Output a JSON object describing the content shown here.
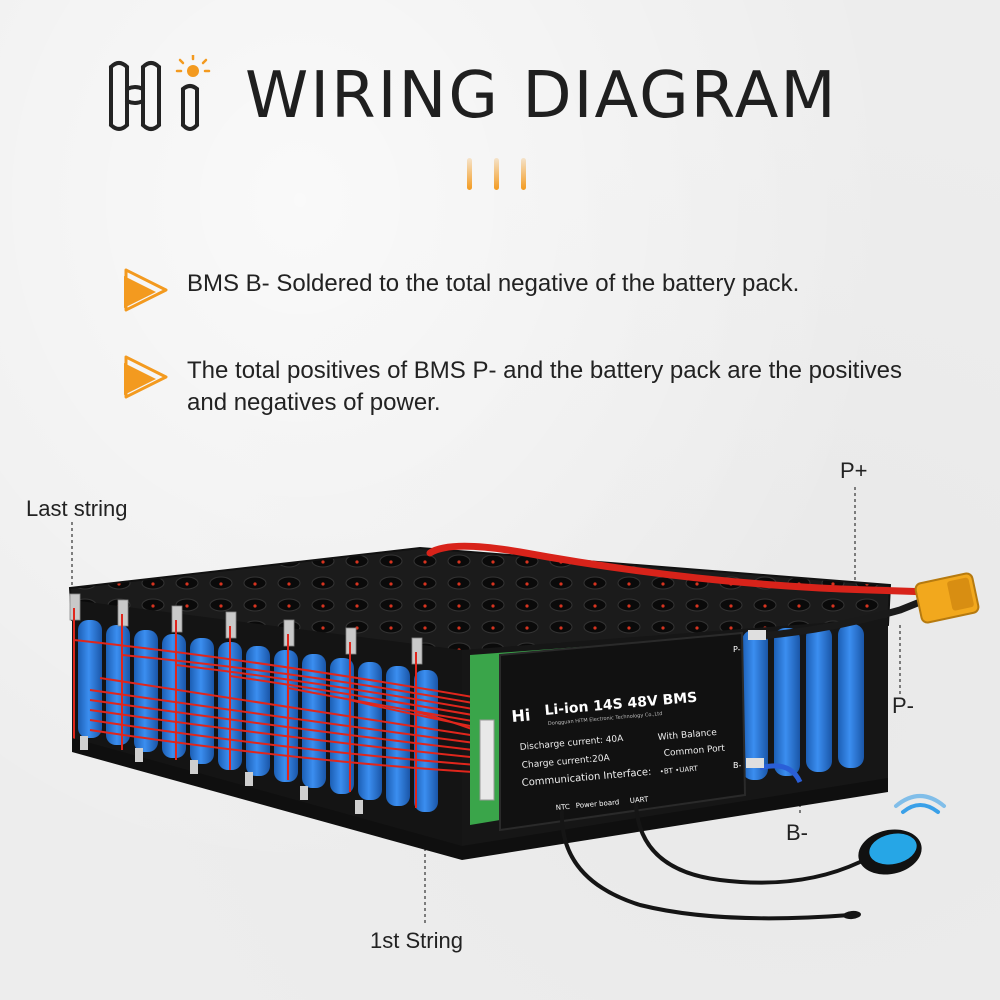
{
  "header": {
    "brand_mark": "Hi",
    "title": "WIRING DIAGRAM"
  },
  "bullets": [
    {
      "text": "BMS B- Soldered to the total negative of the battery pack."
    },
    {
      "text": "The total positives of BMS P- and the battery pack are the positives and negatives of power."
    }
  ],
  "labels": {
    "last_string": "Last string",
    "first_string": "1st String",
    "p_plus": "P+",
    "p_minus": "P-",
    "b_minus": "B-"
  },
  "bms": {
    "brand": "Hi",
    "model": "Li-ion 14S 48V BMS",
    "company": "Dongguan HiTM Electronic Technology Co.,Ltd",
    "discharge": "Discharge  current: 40A",
    "balance": "With Balance",
    "charge": "Charge  current:20A",
    "common": "Common Port",
    "comm": "Communication Interface:",
    "comm_opts": "•BT •UART",
    "port_ntc": "NTC",
    "port_power": "Power board",
    "port_uart": "UART",
    "wire_p": "P-",
    "wire_b": "B-"
  },
  "colors": {
    "accent_orange": "#f39a1f",
    "cell_blue": "#2d7ee0",
    "wire_red": "#e0261c",
    "holder_black": "#1c1c1c",
    "connector_yellow": "#f2a81d"
  }
}
